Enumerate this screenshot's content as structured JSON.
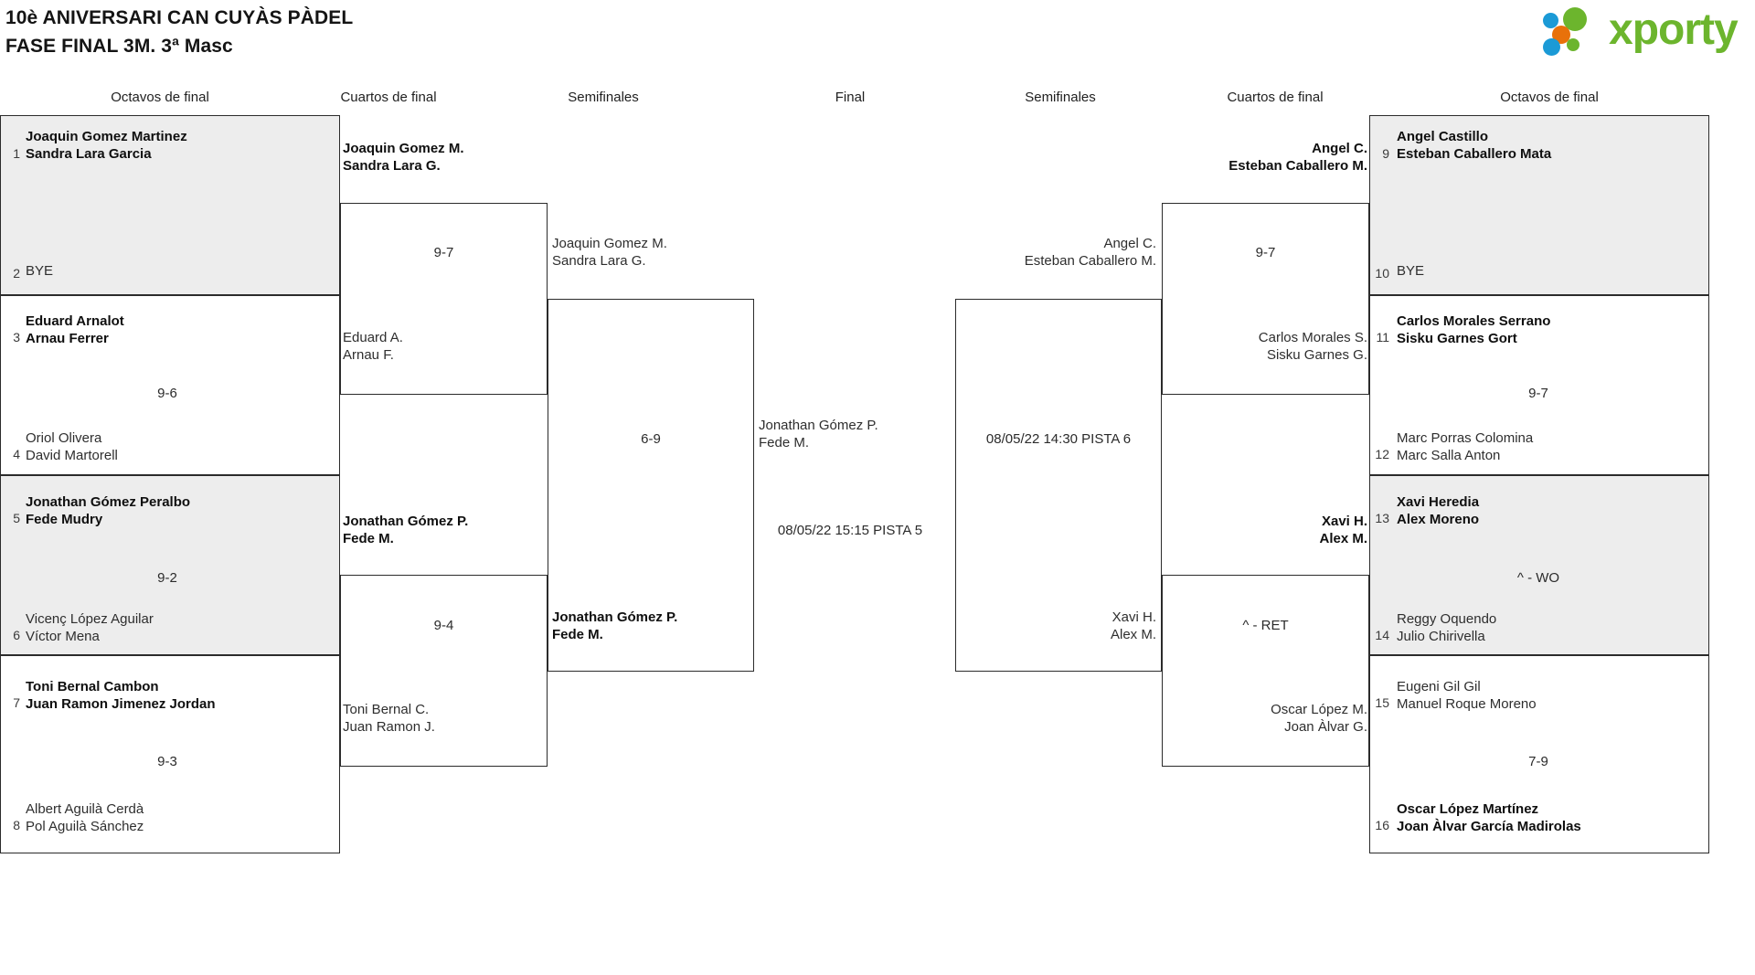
{
  "header": {
    "title_line1": "10è ANIVERSARI CAN CUYÀS PÀDEL",
    "title_line2": "FASE FINAL 3M. 3ª Masc",
    "logo_text": "xporty",
    "logo_colors": {
      "green": "#6cb52d",
      "blue": "#1b9ad6",
      "orange": "#e8710a"
    }
  },
  "columns": [
    {
      "label": "Octavos de final"
    },
    {
      "label": "Cuartos de final"
    },
    {
      "label": "Semifinales"
    },
    {
      "label": "Final"
    },
    {
      "label": "Semifinales"
    },
    {
      "label": "Cuartos de final"
    },
    {
      "label": "Octavos de final"
    }
  ],
  "left": {
    "r16": [
      {
        "seed_a": "1",
        "a_l1": "Joaquin Gomez Martinez",
        "a_l2": "Sandra Lara Garcia",
        "a_win": true,
        "seed_b": "2",
        "b_l1": "BYE",
        "b_l2": "",
        "b_win": false,
        "score": ""
      },
      {
        "seed_a": "3",
        "a_l1": "Eduard Arnalot",
        "a_l2": "Arnau Ferrer",
        "a_win": true,
        "seed_b": "4",
        "b_l1": "Oriol Olivera",
        "b_l2": "David Martorell",
        "b_win": false,
        "score": "9-6"
      },
      {
        "seed_a": "5",
        "a_l1": "Jonathan Gómez Peralbo",
        "a_l2": "Fede Mudry",
        "a_win": true,
        "seed_b": "6",
        "b_l1": "Vicenç López Aguilar",
        "b_l2": "Víctor Mena",
        "b_win": false,
        "score": "9-2"
      },
      {
        "seed_a": "7",
        "a_l1": "Toni Bernal Cambon",
        "a_l2": "Juan Ramon Jimenez Jordan",
        "a_win": true,
        "seed_b": "8",
        "b_l1": "Albert Aguilà Cerdà",
        "b_l2": "Pol Aguilà Sánchez",
        "b_win": false,
        "score": "9-3"
      }
    ],
    "qf": [
      {
        "a_l1": "Joaquin Gomez M.",
        "a_l2": "Sandra Lara G.",
        "a_win": true,
        "b_l1": "Eduard A.",
        "b_l2": "Arnau F.",
        "b_win": false,
        "score": "9-7"
      },
      {
        "a_l1": "Jonathan Gómez P.",
        "a_l2": "Fede M.",
        "a_win": true,
        "b_l1": "Toni Bernal C.",
        "b_l2": "Juan Ramon J.",
        "b_win": false,
        "score": "9-4"
      }
    ],
    "sf": [
      {
        "a_l1": "Joaquin Gomez M.",
        "a_l2": "Sandra Lara G.",
        "a_win": false,
        "b_l1": "Jonathan Gómez P.",
        "b_l2": "Fede M.",
        "b_win": true,
        "score": "6-9"
      }
    ]
  },
  "final": {
    "a_l1": "Jonathan Gómez P.",
    "a_l2": "Fede M.",
    "schedule": "08/05/22 15:15 PISTA 5"
  },
  "right": {
    "r16": [
      {
        "seed_a": "9",
        "a_l1": "Angel Castillo",
        "a_l2": "Esteban Caballero Mata",
        "a_win": true,
        "seed_b": "10",
        "b_l1": "BYE",
        "b_l2": "",
        "b_win": false,
        "score": ""
      },
      {
        "seed_a": "11",
        "a_l1": "Carlos Morales Serrano",
        "a_l2": "Sisku Garnes Gort",
        "a_win": true,
        "seed_b": "12",
        "b_l1": "Marc Porras Colomina",
        "b_l2": "Marc Salla Anton",
        "b_win": false,
        "score": "9-7"
      },
      {
        "seed_a": "13",
        "a_l1": "Xavi Heredia",
        "a_l2": "Alex Moreno",
        "a_win": true,
        "seed_b": "14",
        "b_l1": "Reggy Oquendo",
        "b_l2": "Julio Chirivella",
        "b_win": false,
        "score": "^ - WO"
      },
      {
        "seed_a": "15",
        "a_l1": "Eugeni Gil Gil",
        "a_l2": "Manuel Roque Moreno",
        "a_win": false,
        "seed_b": "16",
        "b_l1": "Oscar López Martínez",
        "b_l2": "Joan Àlvar García Madirolas",
        "b_win": true,
        "score": "7-9"
      }
    ],
    "qf": [
      {
        "a_l1": "Angel C.",
        "a_l2": "Esteban Caballero M.",
        "a_win": true,
        "b_l1": "Carlos Morales S.",
        "b_l2": "Sisku Garnes G.",
        "b_win": false,
        "score": "9-7"
      },
      {
        "a_l1": "Xavi H.",
        "a_l2": "Alex M.",
        "a_win": true,
        "b_l1": "Oscar López M.",
        "b_l2": "Joan Àlvar G.",
        "b_win": false,
        "score": "^ - RET"
      }
    ],
    "sf": [
      {
        "a_l1": "Angel C.",
        "a_l2": "Esteban Caballero M.",
        "a_win": false,
        "b_l1": "Xavi H.",
        "b_l2": "Alex M.",
        "b_win": false,
        "schedule": "08/05/22 14:30 PISTA 6"
      }
    ]
  }
}
